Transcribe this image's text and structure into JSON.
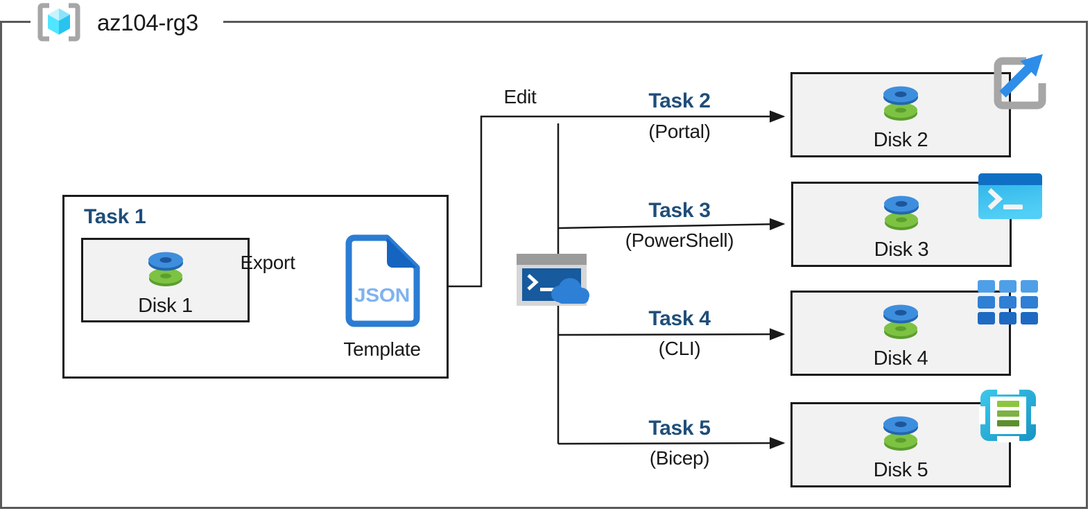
{
  "resource_group": {
    "name": "az104-rg3",
    "icon": "resource-group-icon"
  },
  "task1": {
    "title": "Task 1",
    "disk_label": "Disk 1",
    "export_label": "Export",
    "template": {
      "file_type": "JSON",
      "label": "Template",
      "icon": "json-file-icon"
    }
  },
  "edit_label": "Edit",
  "cloud_shell": {
    "icon": "cloud-shell-icon"
  },
  "branches": [
    {
      "task": "Task 2",
      "method": "(Portal)",
      "disk_label": "Disk 2",
      "tool_icon": "azure-portal-icon"
    },
    {
      "task": "Task 3",
      "method": "(PowerShell)",
      "disk_label": "Disk 3",
      "tool_icon": "powershell-icon"
    },
    {
      "task": "Task 4",
      "method": "(CLI)",
      "disk_label": "Disk 4",
      "tool_icon": "azure-cli-icon"
    },
    {
      "task": "Task 5",
      "method": "(Bicep)",
      "disk_label": "Disk 5",
      "tool_icon": "bicep-template-icon"
    }
  ],
  "colors": {
    "task_title": "#1F4E79",
    "box_fill": "#F2F2F2",
    "box_border": "#1A1A1A",
    "frame_border": "#595959",
    "arrow": "#1A1A1A",
    "disk_blue": "#3E8EDE",
    "disk_green": "#7DC242",
    "azure_blue": "#2E7FD6",
    "cyan": "#35C3E8"
  }
}
